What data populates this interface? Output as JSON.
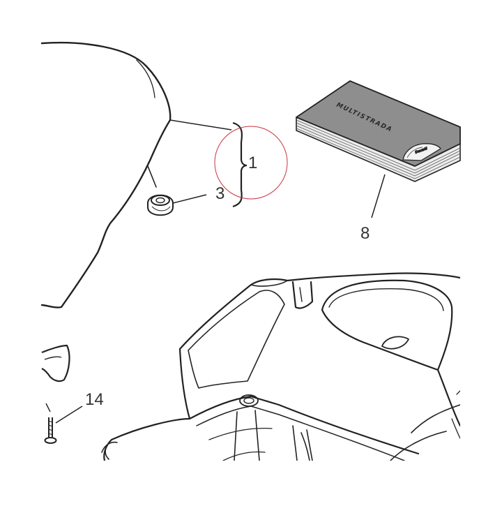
{
  "callouts": {
    "seat": "1",
    "grommet": "3",
    "manual": "8",
    "screw": "14"
  },
  "manual": {
    "title": "MULTISTRADA",
    "brand": "Ducati"
  },
  "colors": {
    "line": "#222222",
    "book_cover": "#8e8e8e",
    "book_pages": "#ececec",
    "highlight_circle": "#c8323f"
  }
}
